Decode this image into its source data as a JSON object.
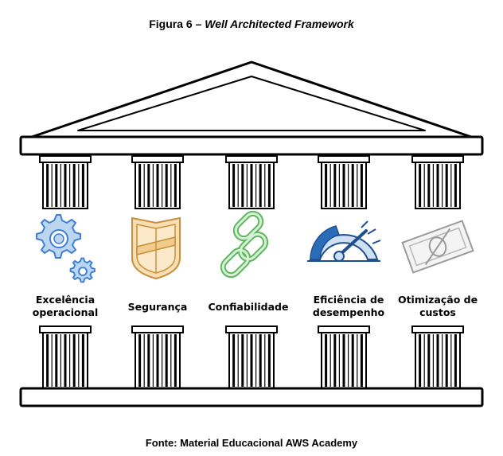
{
  "figure": {
    "number": "Figura 6 –",
    "title": "Well Architected Framework"
  },
  "source": "Fonte: Material Educacional AWS Academy",
  "pillars": [
    {
      "label": "Excelência operacional",
      "icon": "gears-icon",
      "color": "#3d7fd4"
    },
    {
      "label": "Segurança",
      "icon": "shield-icon",
      "color": "#d9a95b"
    },
    {
      "label": "Confiabilidade",
      "icon": "chain-link-icon",
      "color": "#5cb85c"
    },
    {
      "label": "Eficiência de desempenho",
      "icon": "speedometer-icon",
      "color": "#2b6cb8"
    },
    {
      "label": "Otimização de custos",
      "icon": "money-bill-icon",
      "color": "#9a9a9a"
    }
  ]
}
